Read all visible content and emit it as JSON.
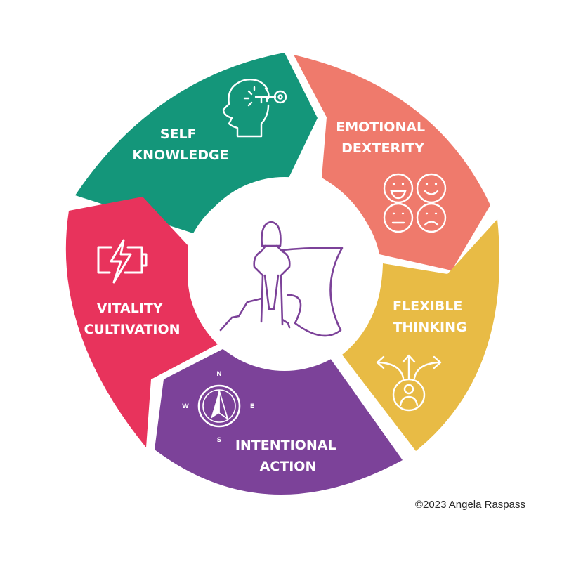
{
  "segments": [
    {
      "id": "self-knowledge",
      "lines": [
        "SELF",
        "KNOWLEDGE"
      ],
      "color": "#14967a",
      "icon": "head-key-icon"
    },
    {
      "id": "emotional-dexterity",
      "lines": [
        "EMOTIONAL",
        "DEXTERITY"
      ],
      "color": "#ef7a6c",
      "icon": "emoji-faces-icon"
    },
    {
      "id": "flexible-thinking",
      "lines": [
        "FLEXIBLE",
        "THINKING"
      ],
      "color": "#e8bb45",
      "icon": "person-arrows-icon"
    },
    {
      "id": "intentional-action",
      "lines": [
        "INTENTIONAL",
        "ACTION"
      ],
      "color": "#7c4299",
      "icon": "compass-icon"
    },
    {
      "id": "vitality-cultivation",
      "lines": [
        "VITALITY",
        "CULTIVATION"
      ],
      "color": "#e8335c",
      "icon": "battery-bolt-icon"
    }
  ],
  "compass": {
    "n": "N",
    "e": "E",
    "s": "S",
    "w": "W"
  },
  "center": {
    "icon": "superhero-caped-figure-icon",
    "color": "#7c4299"
  },
  "credit": "©2023 Angela Raspass"
}
